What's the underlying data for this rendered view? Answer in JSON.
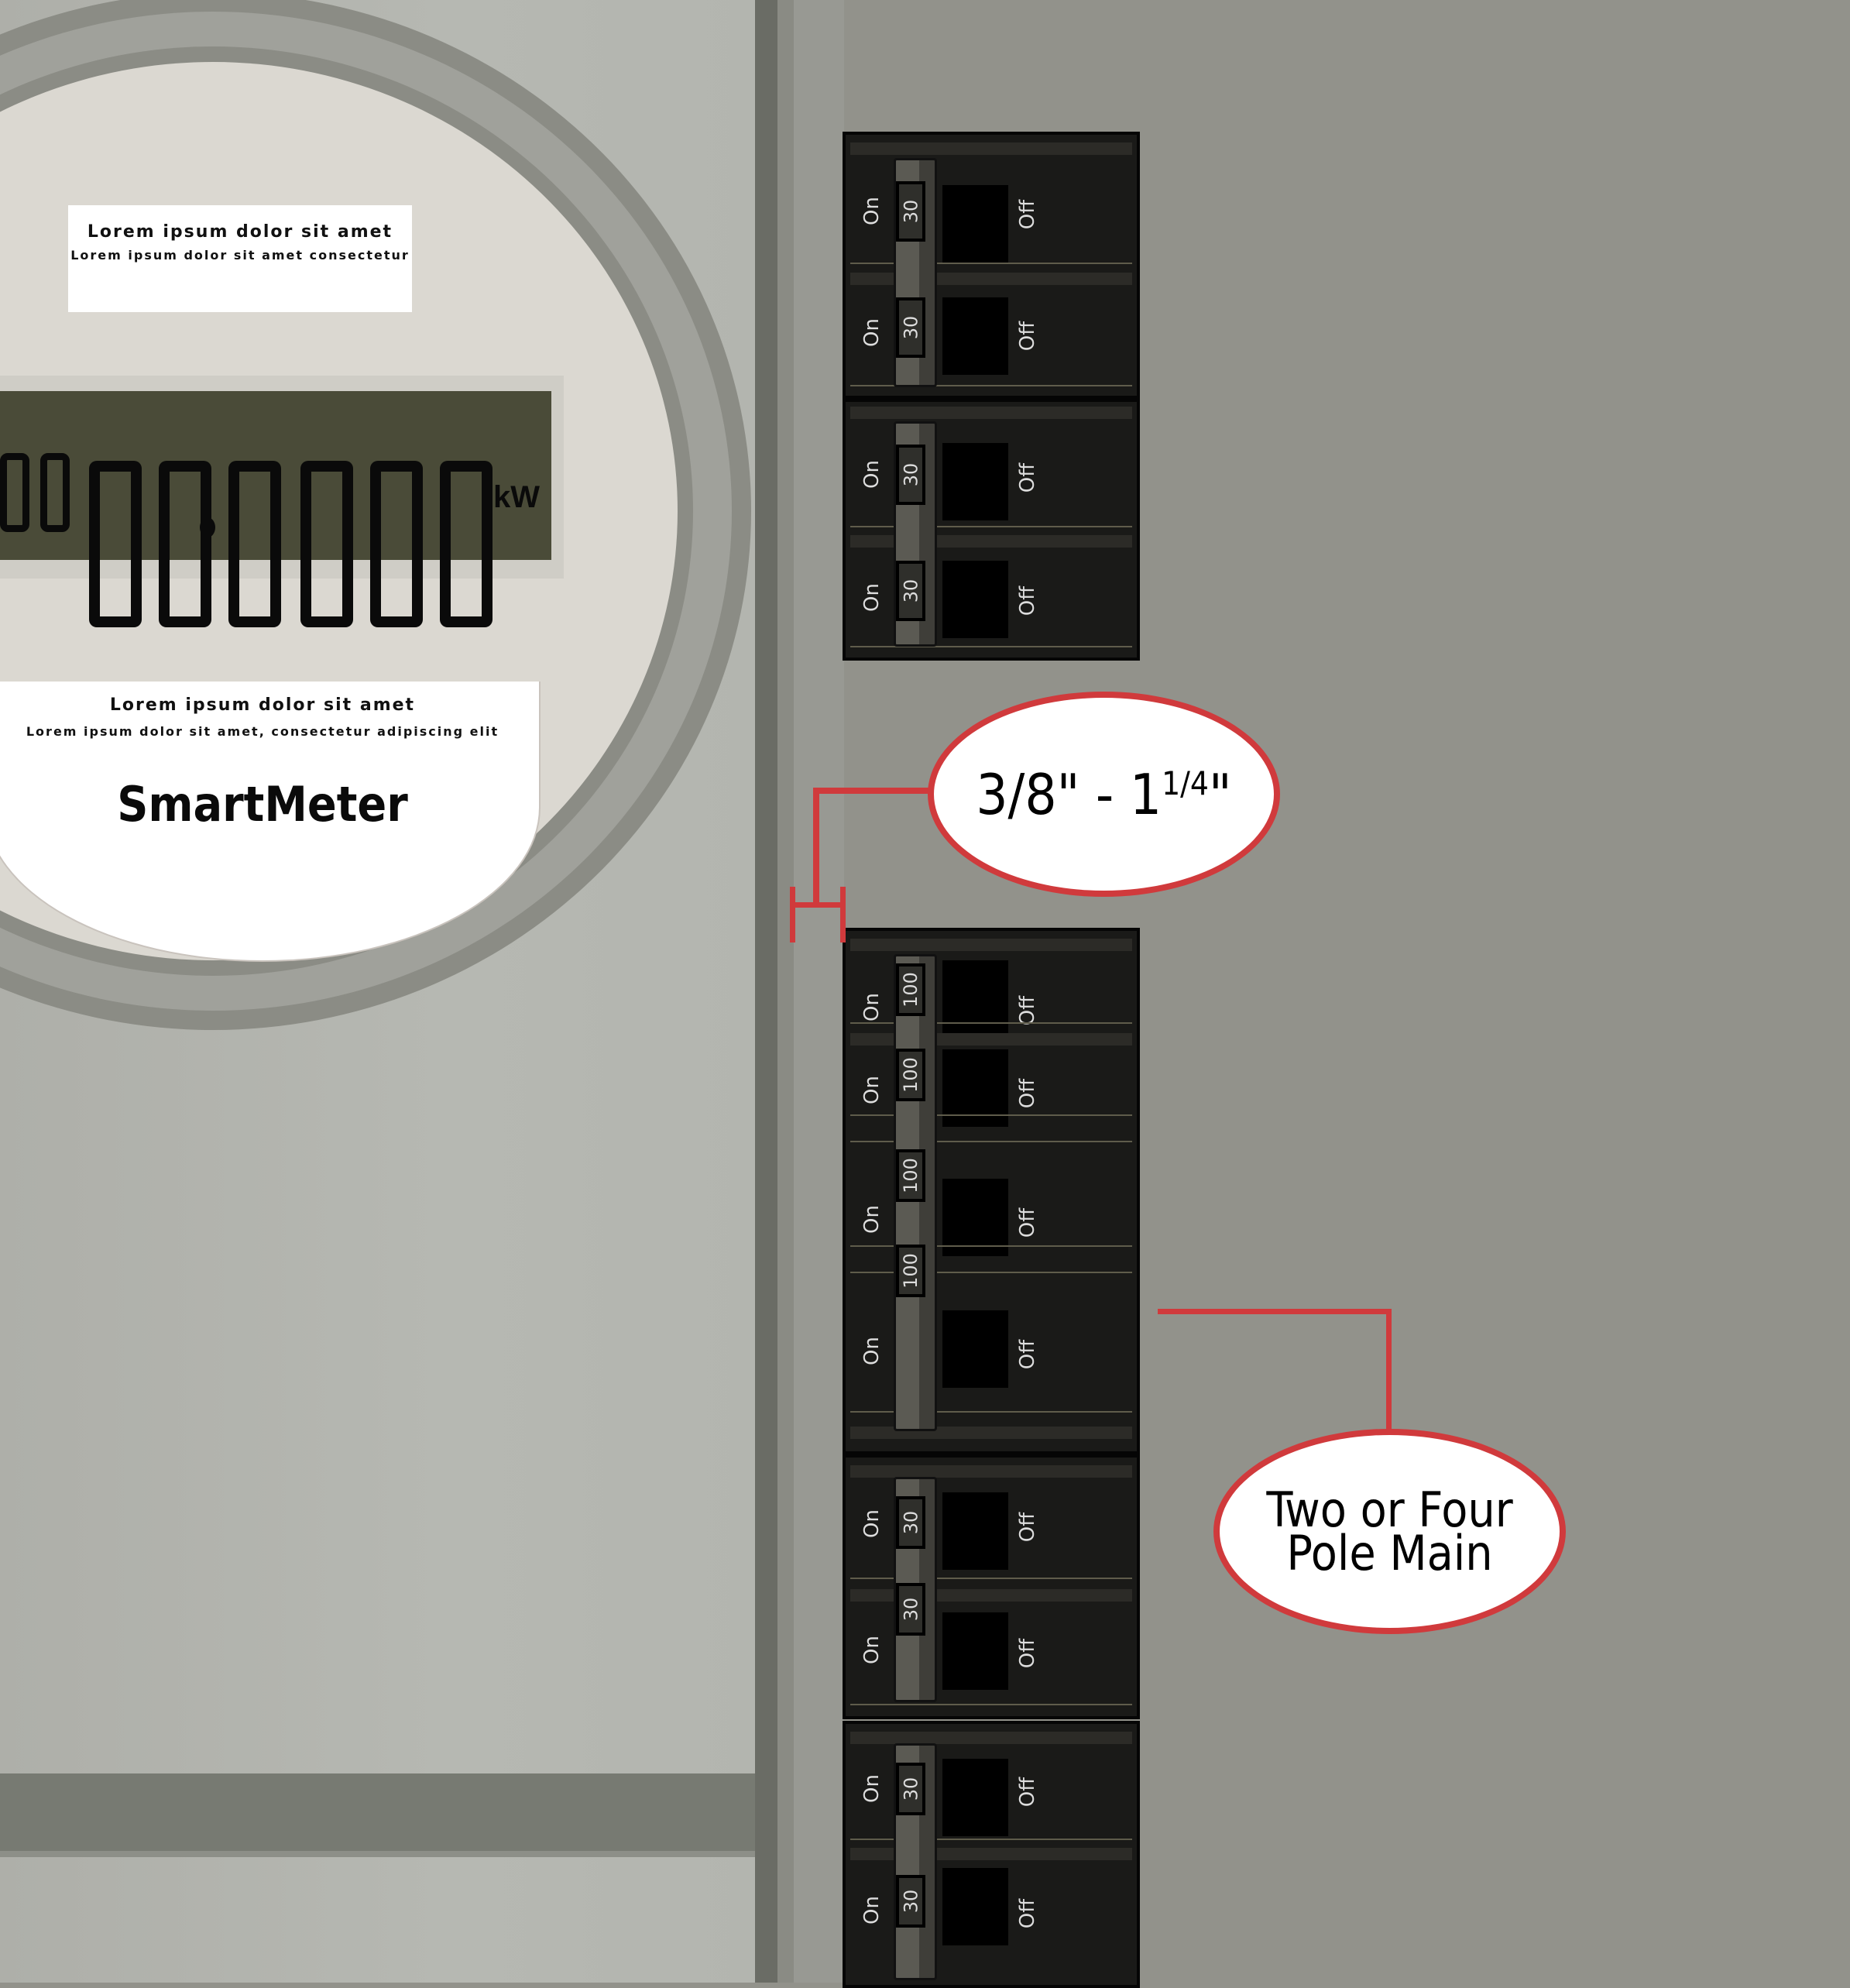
{
  "meter": {
    "label_top": {
      "line1": "Lorem ipsum dolor sit amet",
      "line2": "Lorem ipsum dolor sit amet consectetur"
    },
    "display": {
      "reading": "000.000",
      "unit": "kW",
      "color_background": "#4a4b38",
      "color_segments": "#0a0a0a"
    },
    "label_bottom": {
      "line1": "Lorem ipsum dolor sit amet",
      "line2": "Lorem ipsum dolor sit amet, consectetur adipiscing elit",
      "brand": "SmartMeter"
    }
  },
  "panel": {
    "breakers": [
      {
        "type": "two-pole",
        "poles": [
          {
            "on": "On",
            "rating": "30",
            "off": "Off"
          },
          {
            "on": "On",
            "rating": "30",
            "off": "Off"
          }
        ]
      },
      {
        "type": "two-pole",
        "poles": [
          {
            "on": "On",
            "rating": "30",
            "off": "Off"
          },
          {
            "on": "On",
            "rating": "30",
            "off": "Off"
          }
        ]
      },
      {
        "type": "four-pole-main",
        "poles": [
          {
            "on": "On",
            "rating": "100",
            "off": "Off"
          },
          {
            "on": "On",
            "rating": "100",
            "off": "Off"
          },
          {
            "on": "On",
            "rating": "100",
            "off": "Off"
          },
          {
            "on": "On",
            "rating": "100",
            "off": "Off"
          }
        ]
      },
      {
        "type": "two-pole",
        "poles": [
          {
            "on": "On",
            "rating": "30",
            "off": "Off"
          },
          {
            "on": "On",
            "rating": "30",
            "off": "Off"
          }
        ]
      },
      {
        "type": "two-pole",
        "poles": [
          {
            "on": "On",
            "rating": "30",
            "off": "Off"
          },
          {
            "on": "On",
            "rating": "30",
            "off": "Off"
          }
        ]
      }
    ]
  },
  "callouts": {
    "gap": {
      "main": "3/8\" - 1",
      "superscript": "1/4",
      "suffix": "\""
    },
    "main_breaker": {
      "line1": "Two or Four",
      "line2": "Pole Main"
    },
    "accent_color": "#d03a3c"
  }
}
